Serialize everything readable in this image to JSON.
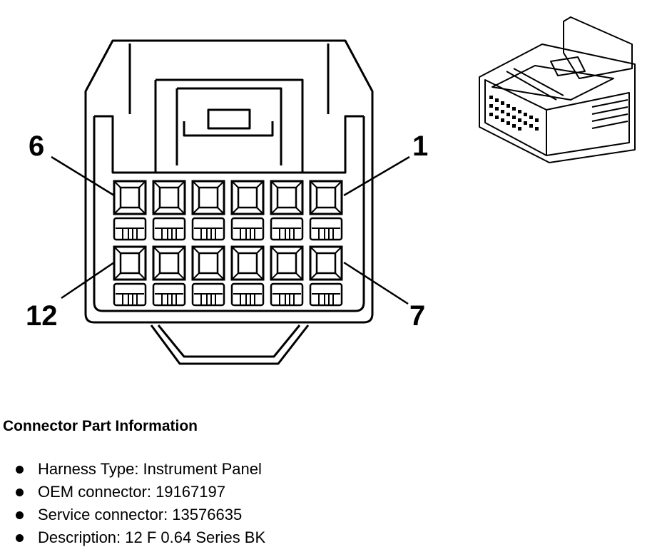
{
  "pin_labels": {
    "top_left": "6",
    "top_right": "1",
    "bottom_left": "12",
    "bottom_right": "7"
  },
  "connector_info": {
    "title": "Connector Part Information",
    "items": [
      "Harness Type: Instrument Panel",
      "OEM connector: 19167197",
      "Service connector: 13576635",
      "Description: 12 F 0.64 Series BK"
    ]
  }
}
